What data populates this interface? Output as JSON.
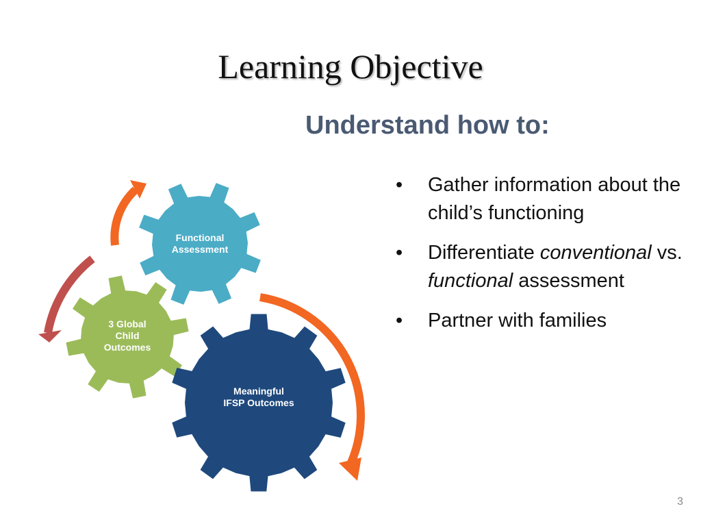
{
  "slide": {
    "title": "Learning Objective",
    "subtitle": "Understand how to:",
    "page_number": "3"
  },
  "bullets": [
    {
      "text": "Gather information about the child’s functioning"
    },
    {
      "pre": "Differentiate ",
      "em1": "conventional",
      "mid": " vs. ",
      "em2": "functional",
      "post": " assessment"
    },
    {
      "text": "Partner with families"
    }
  ],
  "bullet_symbol": "•",
  "gears": {
    "functional": {
      "line1": "Functional",
      "line2": "Assessment",
      "color": "#4bacc6"
    },
    "outcomes": {
      "line1": "3 Global",
      "line2": "Child",
      "line3": "Outcomes",
      "color": "#9bbb59"
    },
    "ifsp": {
      "line1": "Meaningful",
      "line2": "IFSP Outcomes",
      "color": "#1f497d"
    }
  },
  "arrows": {
    "orange": "#f26722",
    "red": "#c0504d"
  }
}
